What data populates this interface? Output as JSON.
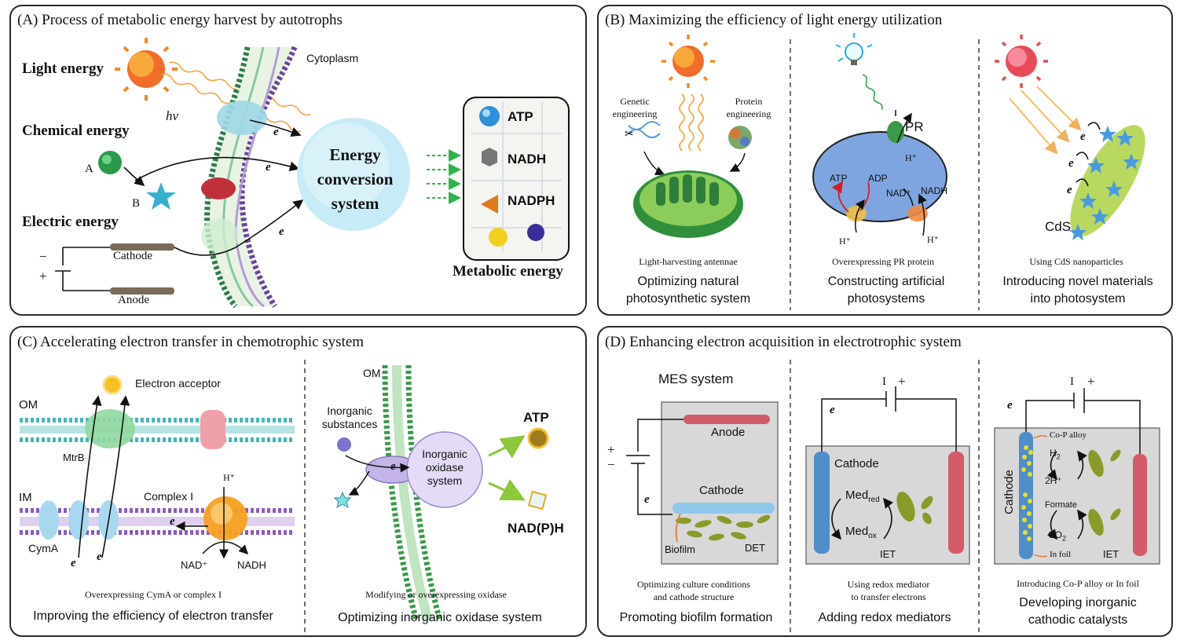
{
  "panelA": {
    "title": "(A) Process of metabolic energy harvest by autotrophs",
    "light_energy": "Light energy",
    "chemical_energy": "Chemical energy",
    "electric_energy": "Electric energy",
    "hv": "hv",
    "cytoplasm": "Cytoplasm",
    "label_a": "A",
    "label_b": "B",
    "minus": "−",
    "plus": "+",
    "cathode": "Cathode",
    "anode": "Anode",
    "e1": "e",
    "e2": "e",
    "e3": "e",
    "energy_conv_1": "Energy",
    "energy_conv_2": "conversion",
    "energy_conv_3": "system",
    "atp": "ATP",
    "nadh": "NADH",
    "nadph": "NADPH",
    "metabolic_energy": "Metabolic energy"
  },
  "panelB": {
    "title": "(B) Maximizing the efficiency of light energy utilization",
    "genetic": "Genetic",
    "engineering1": "engineering",
    "protein": "Protein",
    "engineering2": "engineering",
    "antennae": "Light-harvesting antennae",
    "col1_a": "Optimizing natural",
    "col1_b": "photosynthetic system",
    "pr": "PR",
    "h_plus_top": "H⁺",
    "atp": "ATP",
    "adp": "ADP",
    "nad": "NAD⁺",
    "nadh": "NADH",
    "h_plus_l": "H⁺",
    "h_plus_r": "H⁺",
    "overexpressing": "Overexpressing PR protein",
    "col2_a": "Constructing artificial",
    "col2_b": "photosystems",
    "e1": "e",
    "e2": "e",
    "e3": "e",
    "cds": "CdS",
    "using_cds": "Using CdS nanoparticles",
    "col3_a": "Introducing novel materials",
    "col3_b": "into photosystem"
  },
  "panelC": {
    "title": "(C) Accelerating electron transfer in chemotrophic system",
    "electron_acceptor": "Electron acceptor",
    "om": "OM",
    "mtrb": "MtrB",
    "im": "IM",
    "complex1": "Complex I",
    "h_plus": "H⁺",
    "cyma": "CymA",
    "e_left1": "e",
    "e_left2": "e",
    "e_mid": "e",
    "nad": "NAD⁺",
    "nadh": "NADH",
    "overexpressing": "Overexpressing CymA or complex I",
    "improving": "Improving the efficiency of electron transfer",
    "om2": "OM",
    "inorganic_substances_1": "Inorganic",
    "inorganic_substances_2": "substances",
    "e_right": "e",
    "oxidase_1": "Inorganic",
    "oxidase_2": "oxidase",
    "oxidase_3": "system",
    "atp": "ATP",
    "nadph": "NAD(P)H",
    "modifying": "Modifying or overexpressing oxidase",
    "optimizing": "Optimizing inorganic oxidase system"
  },
  "panelD": {
    "title": "(D) Enhancing electron acquisition in electrotrophic system",
    "mes": "MES system",
    "anode": "Anode",
    "plus": "+",
    "minus": "−",
    "e1": "e",
    "cathode1": "Cathode",
    "biofilm": "Biofilm",
    "det": "DET",
    "sub1_a": "Optimizing culture conditions",
    "sub1_b": "and cathode structure",
    "col1": "Promoting biofilm formation",
    "bat_minus1": "I",
    "bat_plus1": "+",
    "e2": "e",
    "cathode2": "Cathode",
    "med_red": "Med",
    "red_sub": "red",
    "med_ox": "Med",
    "ox_sub": "ox",
    "iet1": "IET",
    "sub2_a": "Using redox mediator",
    "sub2_b": "to transfer electrons",
    "col2": "Adding redox mediators",
    "bat_minus2": "I",
    "bat_plus2": "+",
    "e3": "e",
    "copalloy": "Co-P alloy",
    "h2": "H",
    "h2_sub": "2",
    "twoh": "2H⁺",
    "cathode3": "Cathode",
    "formate": "Formate",
    "co2": "CO",
    "co2_sub": "2",
    "infoil": "In foil",
    "iet2": "IET",
    "sub3": "Introducing Co-P alloy or In foil",
    "col3_a": "Developing inorganic",
    "col3_b": "cathodic catalysts"
  },
  "colors": {
    "border": "#2b2b2b",
    "sun": "#f08a24",
    "membrane_green": "#3a8a4a",
    "membrane_purple": "#7a4fa0",
    "energy_blue": "#bfe6f5",
    "arrow_green": "#2fb34a",
    "cell_blue": "#8fb0e0",
    "cathode_blue": "#4f8ec9",
    "anode_red": "#d45c6a",
    "bacteria_olive": "#8a8a2a"
  }
}
